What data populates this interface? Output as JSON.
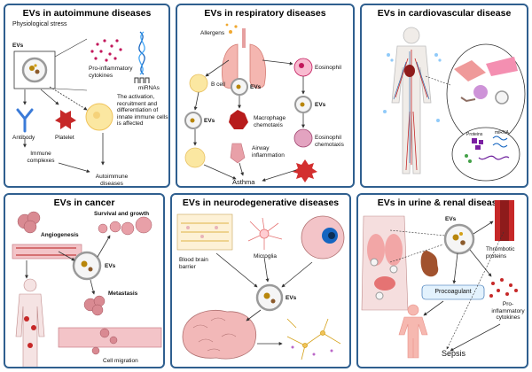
{
  "panels": {
    "autoimmune": {
      "title": "EVs in autoimmune diseases",
      "labels": {
        "stress": "Physiological stress",
        "evs": "EVs",
        "cytokines": "Pro-inflammatory cytokines",
        "mirnas": "miRNAs",
        "antibody": "Antibody",
        "platelet": "Platelet",
        "immune_complexes": "Immune complexes",
        "innate": "The activation, recruitment and differentiation of innate immune cells is affected",
        "outcome": "Autoimmune diseases"
      }
    },
    "respiratory": {
      "title": "EVs in respiratory diseases",
      "labels": {
        "allergens": "Allergens",
        "bcell": "B cell",
        "eosinophil": "Eosinophil",
        "evs_a": "EVs",
        "evs_b": "EVs",
        "evs_c": "EVs",
        "macrophage": "Macrophage chemotaxis",
        "eos_chemotaxis": "Eosinophil chemotaxis",
        "airway": "Airway inflammation",
        "asthma": "Asthma"
      }
    },
    "cardio": {
      "title": "EVs in cardiovascular disease",
      "labels": {
        "protein": "Proteins",
        "mirna": "miRNA"
      }
    },
    "cancer": {
      "title": "EVs in cancer",
      "labels": {
        "survival": "Survival and growth",
        "angiogenesis": "Angiogenesis",
        "evs": "EVs",
        "metastasis": "Metastasis",
        "migration": "Cell migration"
      }
    },
    "neuro": {
      "title": "EVs in neurodegenerative diseases",
      "labels": {
        "bbb": "Blood brain barrier",
        "microglia": "Microglia",
        "evs": "EVs"
      }
    },
    "renal": {
      "title": "EVs in urine & renal diseases",
      "labels": {
        "evs": "EVs",
        "thrombotic": "Thrombotic proteins",
        "procoagulant": "Procoagulant",
        "cytokines": "Pro-inflammatory cytokines",
        "sepsis": "Sepsis"
      }
    }
  },
  "colors": {
    "border": "#2f5f8f",
    "arrow": "#333333",
    "ev_ring": "#9a9a9a",
    "cargo": "#b8860b",
    "red_cell": "#c62828",
    "pink_tissue": "#e8a0a8",
    "blue_antibody": "#3b7bd8"
  }
}
